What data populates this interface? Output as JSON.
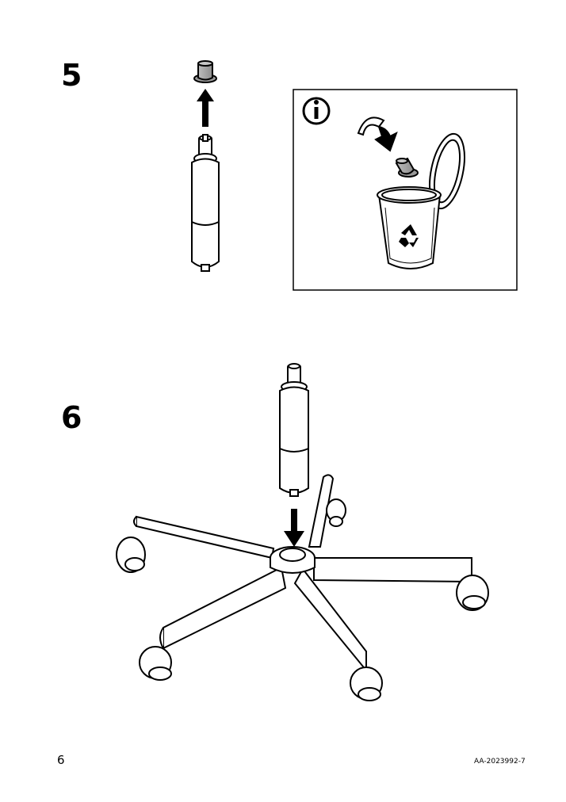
{
  "steps": [
    {
      "number": "5"
    },
    {
      "number": "6"
    }
  ],
  "info_box": {
    "icon": "info-icon"
  },
  "footer": {
    "page_number": "6",
    "document_code": "AA-2023992-7"
  }
}
